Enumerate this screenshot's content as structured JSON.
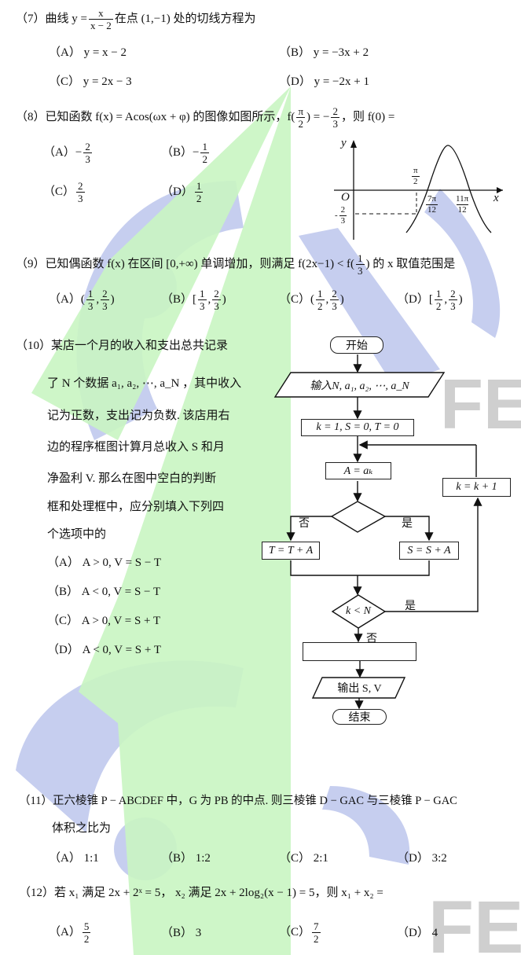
{
  "watermark": {
    "text": "FEIY",
    "blue": "#c6ceef",
    "green": "#c9f5c2",
    "grey": "#cfcfcf"
  },
  "q7": {
    "pre": "（7）曲线 y = ",
    "frac": {
      "num": "x",
      "den": "x − 2"
    },
    "post": " 在点 (1,−1) 处的切线方程为",
    "options": [
      "（A） y = x − 2",
      "（B） y = −3x + 2",
      "（C） y = 2x − 3",
      "（D） y = −2x + 1"
    ]
  },
  "q8": {
    "pre": "（8）已知函数 f(x) = Acos(ωx + φ) 的图像如图所示，",
    "f_open": " f(",
    "frac1": {
      "num": "π",
      "den": "2"
    },
    "mid": ") = −",
    "frac2": {
      "num": "2",
      "den": "3"
    },
    "post": "，则 f(0) =",
    "options": [
      {
        "label": "（A）",
        "sign": "−",
        "num": "2",
        "den": "3"
      },
      {
        "label": "（B）",
        "sign": "−",
        "num": "1",
        "den": "2"
      },
      {
        "label": "（C）",
        "sign": "",
        "num": "2",
        "den": "3"
      },
      {
        "label": "（D）",
        "sign": "",
        "num": "1",
        "den": "2"
      }
    ],
    "graph": {
      "y_label": "y",
      "x_label": "x",
      "origin": "O",
      "pi_half": {
        "num": "π",
        "den": "2"
      },
      "neg_two_thirds": {
        "sign": "-",
        "num": "2",
        "den": "3"
      },
      "seven_pi_12": {
        "num": "7π",
        "den": "12"
      },
      "eleven_pi_12": {
        "num": "11π",
        "den": "12"
      }
    }
  },
  "q9": {
    "pre": "（9）已知偶函数 f(x) 在区间 [0,+∞) 单调增加，则满足 f(2x−1) < f(",
    "frac": {
      "num": "1",
      "den": "3"
    },
    "post": ") 的 x 取值范围是",
    "options": [
      {
        "label": "（A）",
        "open": "(",
        "a": {
          "num": "1",
          "den": "3"
        },
        "b": {
          "num": "2",
          "den": "3"
        },
        "close": ")"
      },
      {
        "label": "（B）",
        "open": "[",
        "a": {
          "num": "1",
          "den": "3"
        },
        "b": {
          "num": "2",
          "den": "3"
        },
        "close": ")"
      },
      {
        "label": "（C）",
        "open": "(",
        "a": {
          "num": "1",
          "den": "2"
        },
        "b": {
          "num": "2",
          "den": "3"
        },
        "close": ")"
      },
      {
        "label": "（D）",
        "open": "[",
        "a": {
          "num": "1",
          "den": "2"
        },
        "b": {
          "num": "2",
          "den": "3"
        },
        "close": ")"
      }
    ]
  },
  "q10": {
    "lines": [
      "（10）某店一个月的收入和支出总共记录",
      "了 N 个数据 a₁, a₂, ⋯, a_N ，其中收入",
      "记为正数，支出记为负数. 该店用右",
      "边的程序框图计算月总收入 S 和月",
      "净盈利 V. 那么在图中空白的判断",
      "框和处理框中，应分别填入下列四",
      "个选项中的"
    ],
    "options": [
      "（A） A > 0, V = S − T",
      "（B） A < 0, V = S − T",
      "（C） A > 0, V = S + T",
      "（D） A < 0, V = S + T"
    ],
    "flow": {
      "start": "开始",
      "input": "输入N, a₁, a₂, ⋯, a_N",
      "init": "k = 1, S = 0, T = 0",
      "assign": "A = aₖ",
      "no1": "否",
      "yes1": "是",
      "t_update": "T = T + A",
      "s_update": "S = S + A",
      "loop_cond": "k < N",
      "yes2": "是",
      "no2": "否",
      "inc": "k = k + 1",
      "blank": "",
      "output": "输出 S, V",
      "end": "结束"
    }
  },
  "q11": {
    "line1": "（11）正六棱锥 P − ABCDEF 中，G 为 PB 的中点. 则三棱锥 D − GAC 与三棱锥 P − GAC",
    "line2": "体积之比为",
    "options": [
      "（A） 1:1",
      "（B） 1:2",
      "（C） 2:1",
      "（D） 3:2"
    ]
  },
  "q12": {
    "stem": "（12）若 x₁ 满足 2x + 2ˣ = 5， x₂ 满足 2x + 2log₂(x − 1) = 5，则 x₁ + x₂ =",
    "options": [
      {
        "label": "（A）",
        "num": "5",
        "den": "2"
      },
      {
        "label": "（B） 3"
      },
      {
        "label": "（C）",
        "num": "7",
        "den": "2"
      },
      {
        "label": "（D） 4"
      }
    ]
  }
}
